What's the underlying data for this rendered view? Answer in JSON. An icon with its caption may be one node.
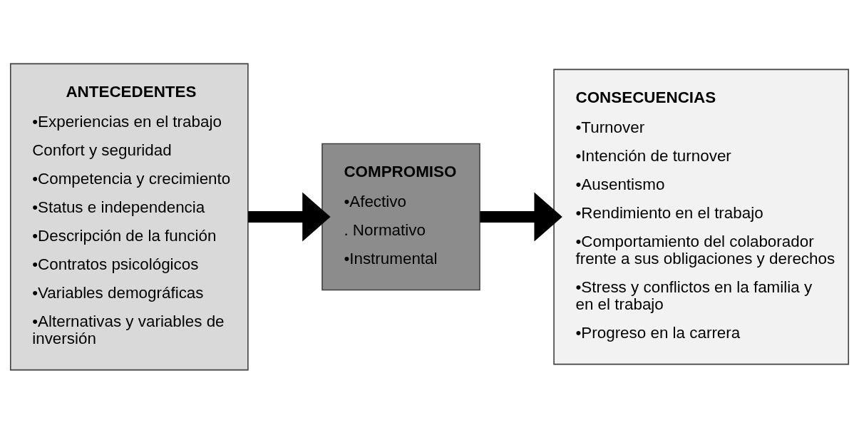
{
  "diagram": {
    "nodes": [
      {
        "text": [
          "ANTECEDENTES",
          "•Experiencias en el trabajo",
          "Confort y seguridad",
          "•Competencia y crecimiento",
          "•Status e independencia",
          "•Descripción de la función",
          "•Contratos psicológicos",
          "•Variables demográficas",
          "•Alternativas y variables de inversión"
        ]
      },
      {
        "text": [
          "COMPROMISO",
          "•Afectivo",
          ". Normativo",
          "•Instrumental"
        ]
      },
      {
        "text": [
          "CONSECUENCIAS",
          "•Turnover",
          "•Intención de turnover",
          "•Ausentismo",
          "•Rendimiento en el trabajo",
          "•Comportamiento del colaborador frente a sus obligaciones y derechos",
          "•Stress y conflictos en la familia y en el trabajo",
          "•Progreso en la carrera"
        ]
      }
    ],
    "edges": [
      {
        "from": 0,
        "to": 1,
        "arrow": "to"
      },
      {
        "from": 1,
        "to": 2,
        "arrow": "to"
      }
    ]
  }
}
